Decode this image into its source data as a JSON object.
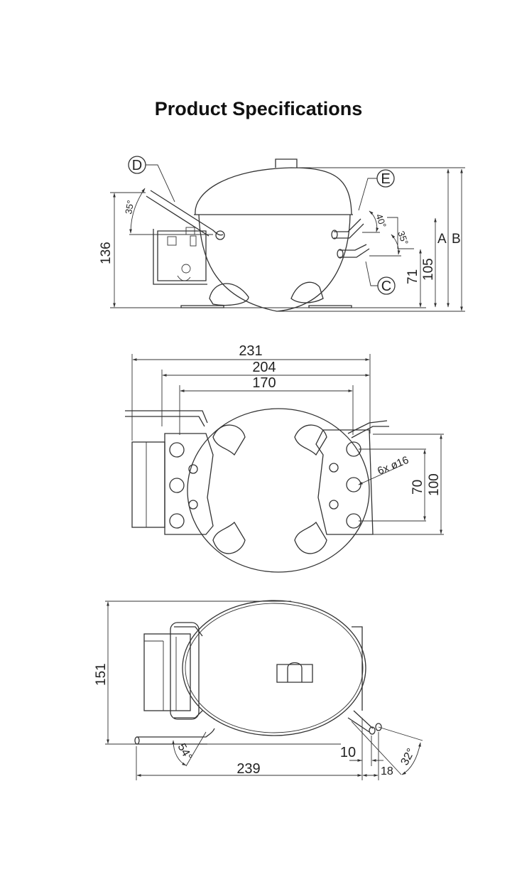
{
  "title": "Product Specifications",
  "side_view": {
    "callouts": [
      "D",
      "E",
      "C"
    ],
    "angles": {
      "discharge": "35°",
      "suction_top": "40°",
      "suction_low": "35°"
    },
    "dimensions": {
      "height_left": "136",
      "A": "A",
      "B": "B",
      "h105": "105",
      "h71": "71"
    }
  },
  "top_view": {
    "dimensions": {
      "w231": "231",
      "w204": "204",
      "w170": "170",
      "h70": "70",
      "h100": "100",
      "holes": "6x ø16"
    }
  },
  "bottom_view": {
    "dimensions": {
      "h151": "151",
      "w239": "239",
      "d10": "10",
      "d18": "18"
    },
    "angles": {
      "left": "54°",
      "right": "32°"
    }
  }
}
